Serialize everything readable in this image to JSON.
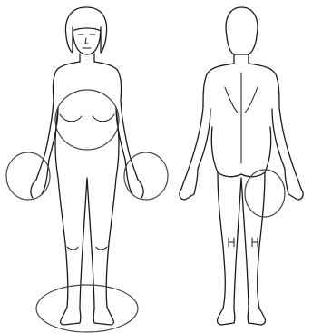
{
  "figure": {
    "views": [
      {
        "id": "front",
        "name": "front-view"
      },
      {
        "id": "back",
        "name": "back-view"
      }
    ],
    "colors": {
      "outline": "#1a1a1a",
      "hatch": "#7a7a7a",
      "background": "#ffffff"
    },
    "marked_regions": [
      {
        "view": "front",
        "region": "abdomen"
      },
      {
        "view": "front",
        "region": "right-hand"
      },
      {
        "view": "front",
        "region": "left-hand"
      },
      {
        "view": "front",
        "region": "feet"
      },
      {
        "view": "back",
        "region": "right-thigh"
      }
    ]
  }
}
